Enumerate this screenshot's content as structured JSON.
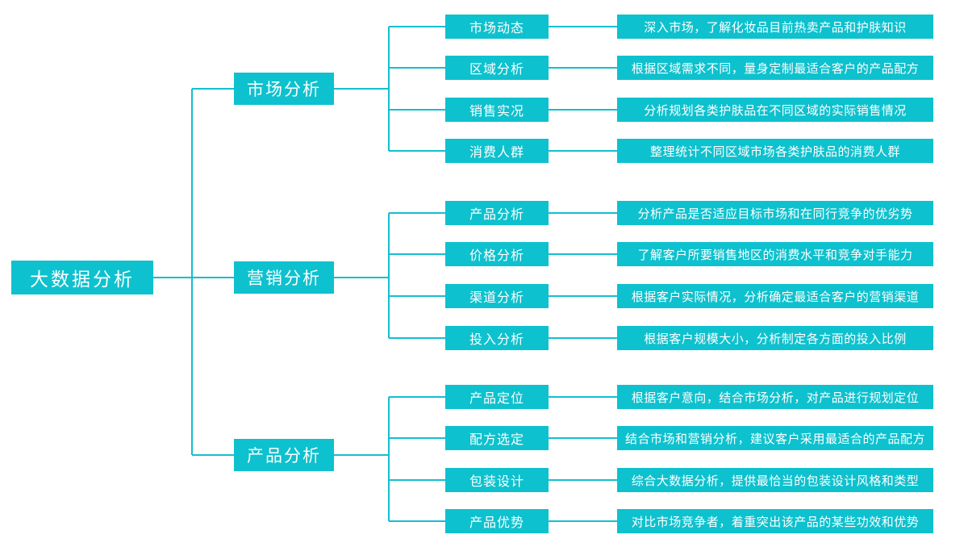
{
  "diagram": {
    "type": "mind-map",
    "accent_color": "#0EC1CE",
    "line_color": "#13BFD0",
    "text_color": "#FFFFFF",
    "background": "#FFFFFF",
    "root": {
      "label": "大数据分析"
    },
    "branches": [
      {
        "label": "市场分析",
        "children": [
          {
            "label": "市场动态",
            "desc": "深入市场，了解化妆品目前热卖产品和护肤知识"
          },
          {
            "label": "区域分析",
            "desc": "根据区域需求不同，量身定制最适合客户的产品配方"
          },
          {
            "label": "销售实况",
            "desc": "分析规划各类护肤品在不同区域的实际销售情况"
          },
          {
            "label": "消费人群",
            "desc": "整理统计不同区域市场各类护肤品的消费人群"
          }
        ]
      },
      {
        "label": "营销分析",
        "children": [
          {
            "label": "产品分析",
            "desc": "分析产品是否适应目标市场和在同行竞争的优劣势"
          },
          {
            "label": "价格分析",
            "desc": "了解客户所要销售地区的消费水平和竞争对手能力"
          },
          {
            "label": "渠道分析",
            "desc": "根据客户实际情况，分析确定最适合客户的营销渠道"
          },
          {
            "label": "投入分析",
            "desc": "根据客户规模大小，分析制定各方面的投入比例"
          }
        ]
      },
      {
        "label": "产品分析",
        "children": [
          {
            "label": "产品定位",
            "desc": "根据客户意向，结合市场分析，对产品进行规划定位"
          },
          {
            "label": "配方选定",
            "desc": "结合市场和营销分析，建议客户采用最适合的产品配方"
          },
          {
            "label": "包装设计",
            "desc": "综合大数据分析，提供最恰当的包装设计风格和类型"
          },
          {
            "label": "产品优势",
            "desc": "对比市场竞争者，着重突出该产品的某些功效和优势"
          }
        ]
      }
    ]
  }
}
